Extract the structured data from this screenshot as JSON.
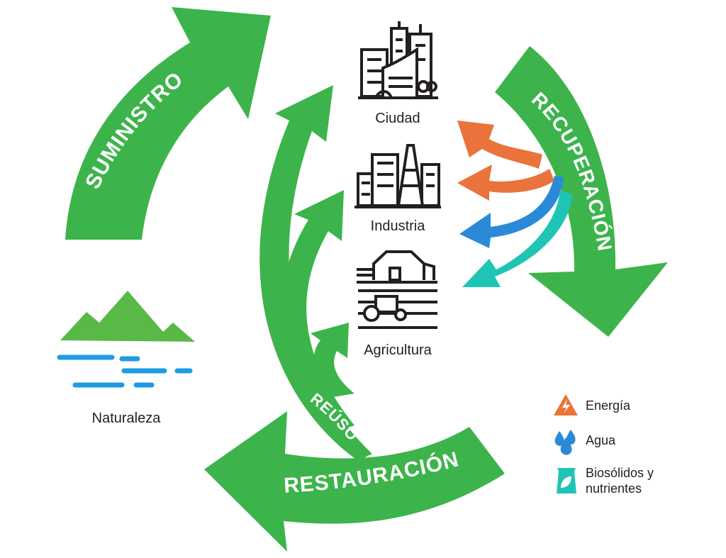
{
  "nodes": {
    "ciudad": "Ciudad",
    "industria": "Industria",
    "agricultura": "Agricultura",
    "naturaleza": "Naturaleza"
  },
  "cycle": {
    "suministro": "SUMINISTRO",
    "recuperacion": "RECUPERACIÓN",
    "restauracion": "RESTAURACIÓN",
    "reuso": "REÚSO"
  },
  "legend": {
    "energia": "Energía",
    "agua": "Agua",
    "biosolidos_line1": "Biosólidos y",
    "biosolidos_line2": "nutrientes"
  },
  "colors": {
    "cycle_green": "#3cb44b",
    "mountain_green": "#58b947",
    "water_blue": "#1b9ce5",
    "energy_orange": "#e9733a",
    "agua_blue": "#2b8ad8",
    "nutrient_teal": "#20c4b4",
    "icon_dark": "#231f20"
  }
}
